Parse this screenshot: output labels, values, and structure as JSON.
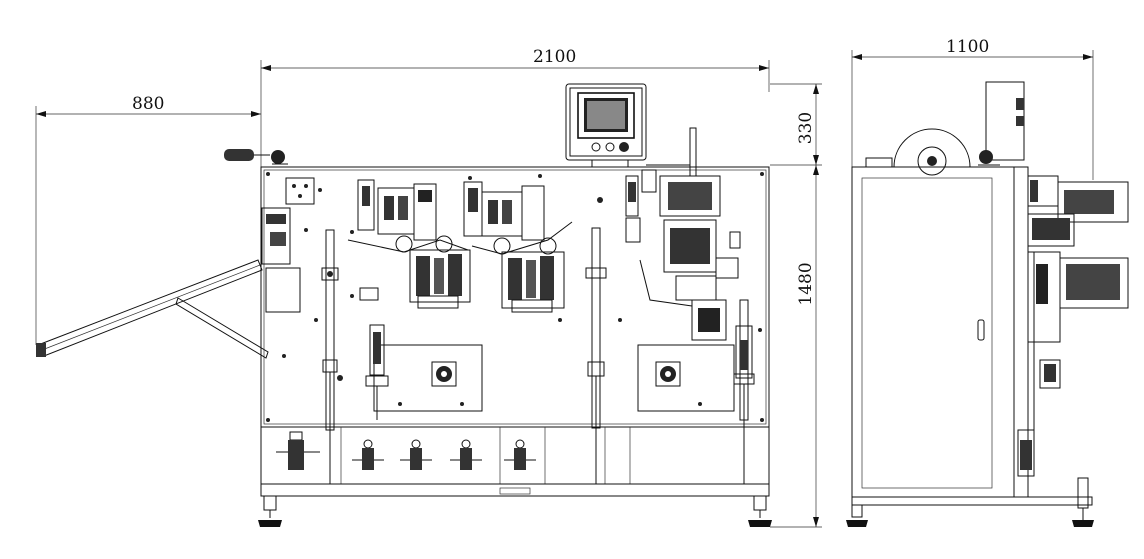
{
  "dimensions": {
    "overall_width": "2100",
    "chute_extension": "880",
    "panel_height_above": "330",
    "machine_height": "1480",
    "side_depth": "1100"
  }
}
